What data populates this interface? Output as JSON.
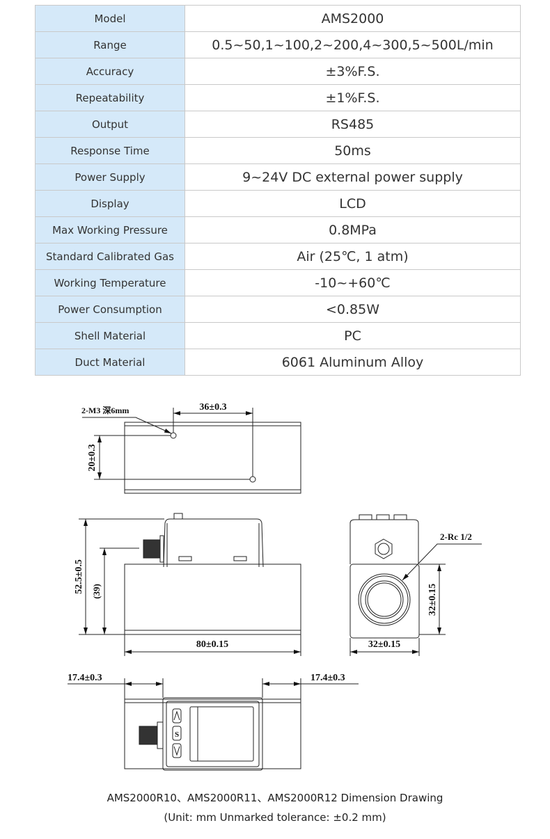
{
  "spec_table": [
    {
      "label": "Model",
      "value": "AMS2000"
    },
    {
      "label": "Range",
      "value": "0.5~50,1~100,2~200,4~300,5~500L/min"
    },
    {
      "label": "Accuracy",
      "value": "±3%F.S."
    },
    {
      "label": "Repeatability",
      "value": "±1%F.S."
    },
    {
      "label": "Output",
      "value": "RS485"
    },
    {
      "label": "Response Time",
      "value": "50ms"
    },
    {
      "label": "Power Supply",
      "value": "9~24V DC external power supply"
    },
    {
      "label": "Display",
      "value": "LCD"
    },
    {
      "label": "Max Working Pressure",
      "value": "0.8MPa"
    },
    {
      "label": "Standard Calibrated Gas",
      "value": "Air (25℃, 1 atm)"
    },
    {
      "label": "Working Temperature",
      "value": "-10~+60℃"
    },
    {
      "label": "Power Consumption",
      "value": "<0.85W"
    },
    {
      "label": "Shell Material",
      "value": "PC"
    },
    {
      "label": "Duct Material",
      "value": "6061 Aluminum Alloy"
    }
  ],
  "drawing": {
    "hole_note": "2-M3 深6mm",
    "dim_hole_spacing": "36±0.3",
    "dim_hole_offset": "20±0.3",
    "dim_height": "52.5±0.5",
    "dim_port_height": "(39)",
    "dim_length": "80±0.15",
    "thread_note": "2-Rc 1/2",
    "dim_side_height": "32±0.15",
    "dim_side_width": "32±0.15",
    "dim_left_offset": "17.4±0.3",
    "dim_right_offset": "17.4±0.3",
    "button_s": "S"
  },
  "caption": {
    "title": "AMS2000R10、AMS2000R11、AMS2000R12 Dimension Drawing",
    "note": "(Unit: mm Unmarked tolerance: ±0.2 mm)"
  }
}
